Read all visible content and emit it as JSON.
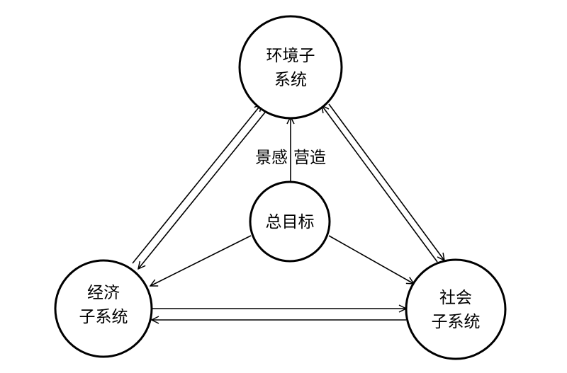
{
  "nodes": {
    "environment": {
      "line1": "环境子",
      "line2": "系统"
    },
    "goal": {
      "label": "总目标"
    },
    "economy": {
      "line1": "经济",
      "line2": "子系统"
    },
    "society": {
      "line1": "社会",
      "line2": "子系统"
    }
  },
  "edge_labels": {
    "left": "景感",
    "right": "营造"
  },
  "colors": {
    "stroke": "#000000",
    "background": "#ffffff"
  }
}
